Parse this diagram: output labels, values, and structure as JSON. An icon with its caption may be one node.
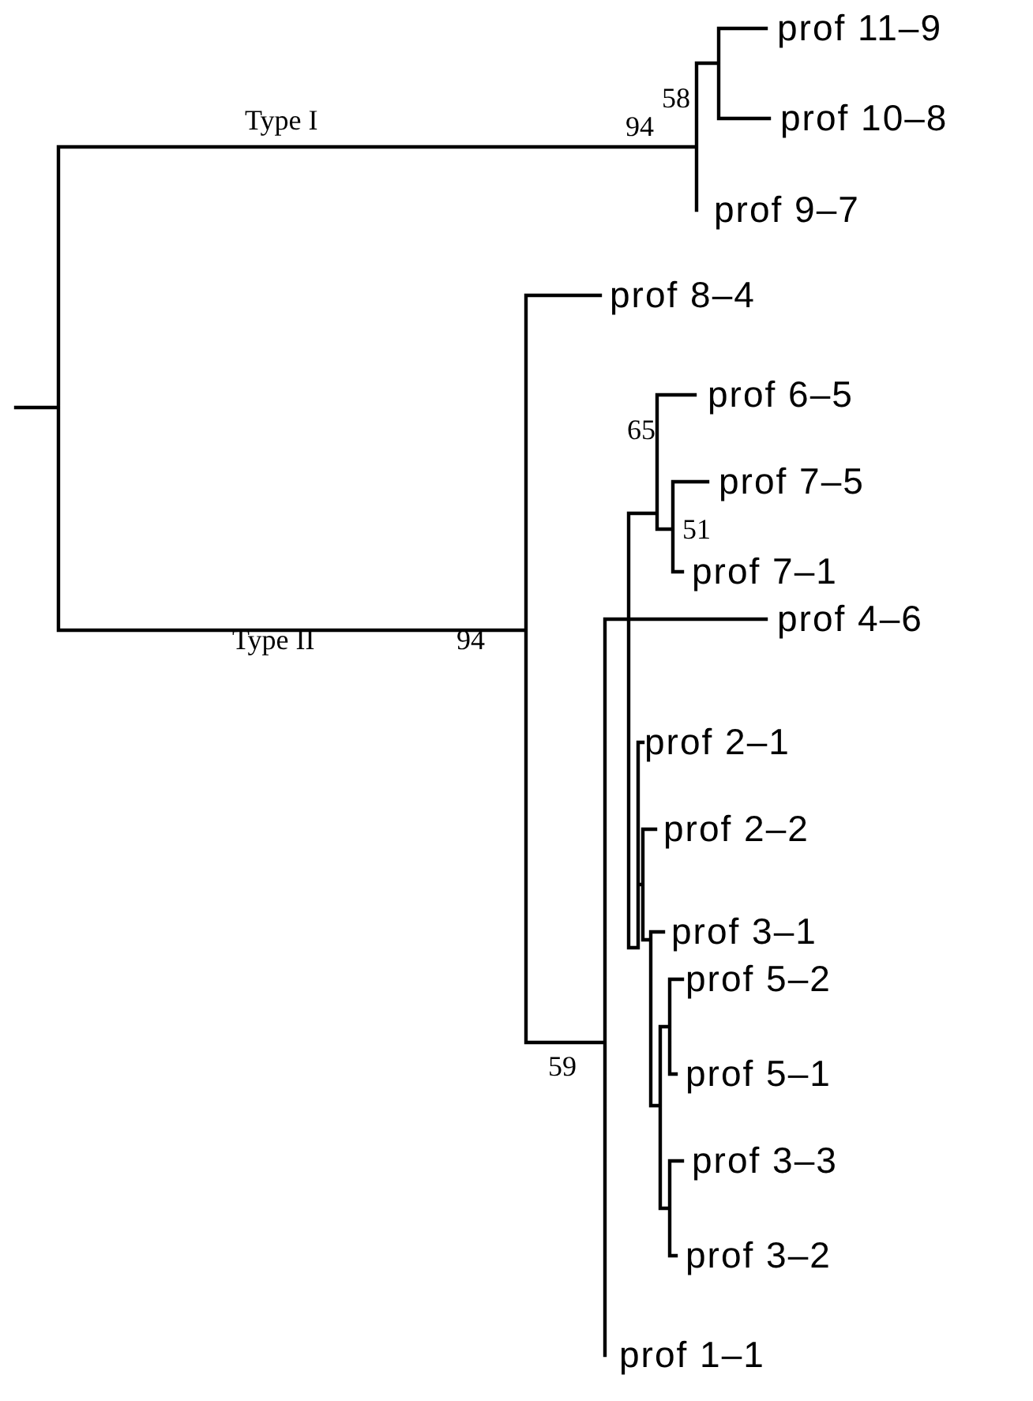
{
  "diagram": {
    "labels": [
      "58",
      "prof 11–9",
      "Type I",
      "94",
      "prof 10–8",
      "prof 9–7",
      "prof 8–4",
      "prof 6–5",
      "65",
      "prof 7–5",
      "51",
      "prof 7–1",
      "Type II",
      "94",
      "prof 4–6",
      "prof 2–1",
      "prof 2–2",
      "prof 3–1",
      "prof 5–2",
      "59",
      "prof 5–1",
      "prof 3–3",
      "prof 3–2",
      "prof 1–1"
    ]
  }
}
